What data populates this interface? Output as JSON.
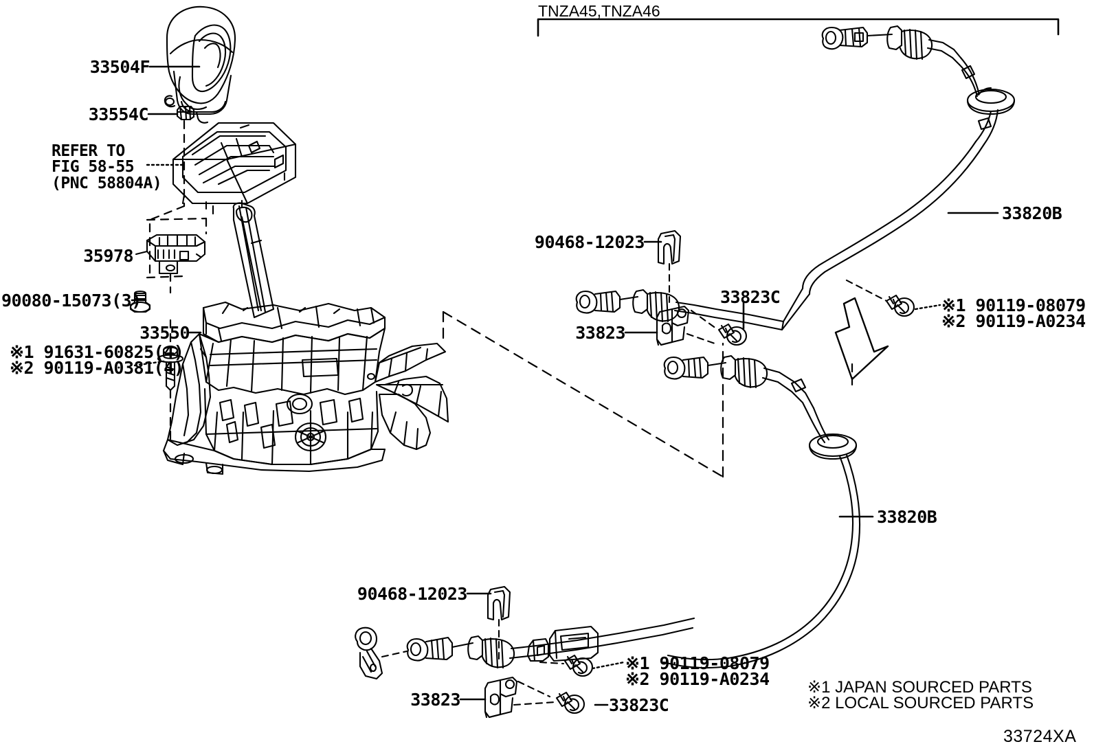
{
  "figure": {
    "header_group": "TNZA45,TNZA46",
    "figure_id": "33724XA"
  },
  "legend": {
    "mark1": "※1 JAPAN SOURCED PARTS",
    "mark2": "※2 LOCAL SOURCED PARTS"
  },
  "callouts": {
    "knob": "33504F",
    "knob_clip": "33554C",
    "refer_line1": "REFER TO",
    "refer_line2": "FIG 58-55",
    "refer_line3": "(PNC 58804A)",
    "position_switch": "35978",
    "switch_screw": "90080-15073(3)",
    "shift_assembly": "33550",
    "assembly_bolt_1": "※1 91631-60825(4)",
    "assembly_bolt_2": "※2 90119-A0381(4)",
    "clip_upper": "90468-12023",
    "bracket_upper": "33823",
    "bracket_screw_upper": "33823C",
    "cable_upper": "33820B",
    "cable_bolt_upper_1": "※1 90119-08079",
    "cable_bolt_upper_2": "※2 90119-A0234",
    "clip_lower": "90468-12023",
    "bracket_lower": "33823",
    "bracket_screw_lower": "33823C",
    "cable_lower": "33820B",
    "cable_bolt_lower_1": "※1 90119-08079",
    "cable_bolt_lower_2": "※2 90119-A0234"
  }
}
